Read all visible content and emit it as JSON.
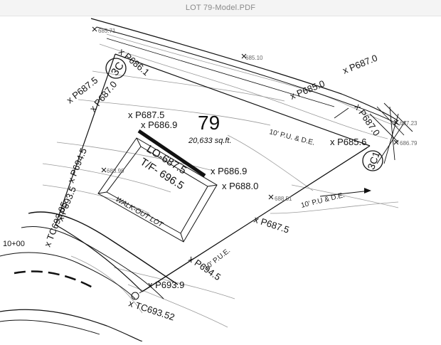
{
  "window": {
    "title": "LOT 79-Model.PDF"
  },
  "lot": {
    "number": "79",
    "area": "20,633 sq.ft."
  },
  "house": {
    "lo": "LO-687.5",
    "tf": "T/F- 696.5",
    "type": "WALK-OUT LOT"
  },
  "elevations": [
    "P686.1",
    "P687.5",
    "P687.0",
    "P687.5",
    "P686.9",
    "P694.5",
    "P693.5",
    "TC693.05",
    "P685.0",
    "P687.0",
    "P687.0",
    "P685.6",
    "P686.9",
    "P688.0",
    "P687.5",
    "P694.5",
    "P693.9",
    "TC693.52"
  ],
  "spot_labels": [
    "685.71",
    "685.10",
    "688.99",
    "687.23",
    "686.79",
    "688.51"
  ],
  "easements": [
    "10' P.U. & D.E.",
    "10' P.U & D.E.",
    "10' P.U.E."
  ],
  "markers": [
    "3C",
    "3C1"
  ],
  "station": "10+00"
}
